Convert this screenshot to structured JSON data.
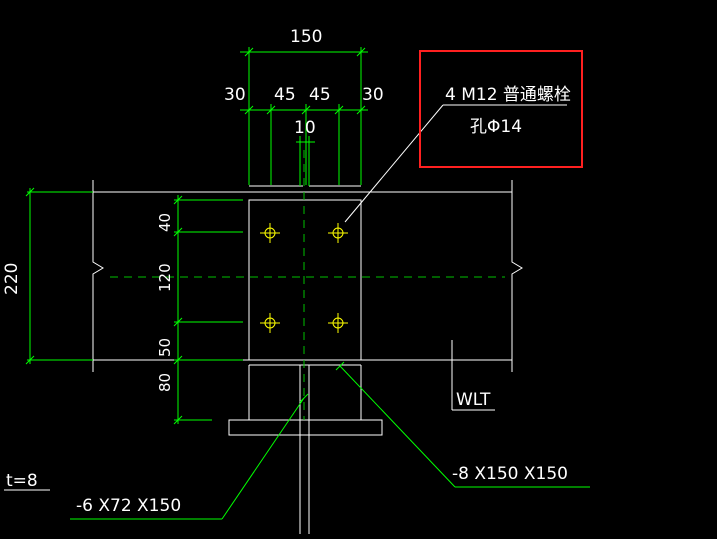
{
  "colors": {
    "background": "#000000",
    "outline": "#ffffff",
    "dimension": "#00ff00",
    "bolt": "#ffff00",
    "highlight_box": "#ff2020",
    "leader": "#00ff00"
  },
  "dimensions": {
    "top_total": "150",
    "top_segments": [
      "30",
      "45",
      "45",
      "30"
    ],
    "gap": "10",
    "left_total": "220",
    "left_segments": [
      "40",
      "120",
      "50",
      "80"
    ]
  },
  "annotations": {
    "bolt_spec": "4 M12  普通螺栓",
    "hole_spec": "孔Φ14",
    "plate_small": "-6 X72 X150",
    "plate_large": "-8 X150 X150",
    "thickness": "t=8",
    "section_label": "WLT"
  }
}
